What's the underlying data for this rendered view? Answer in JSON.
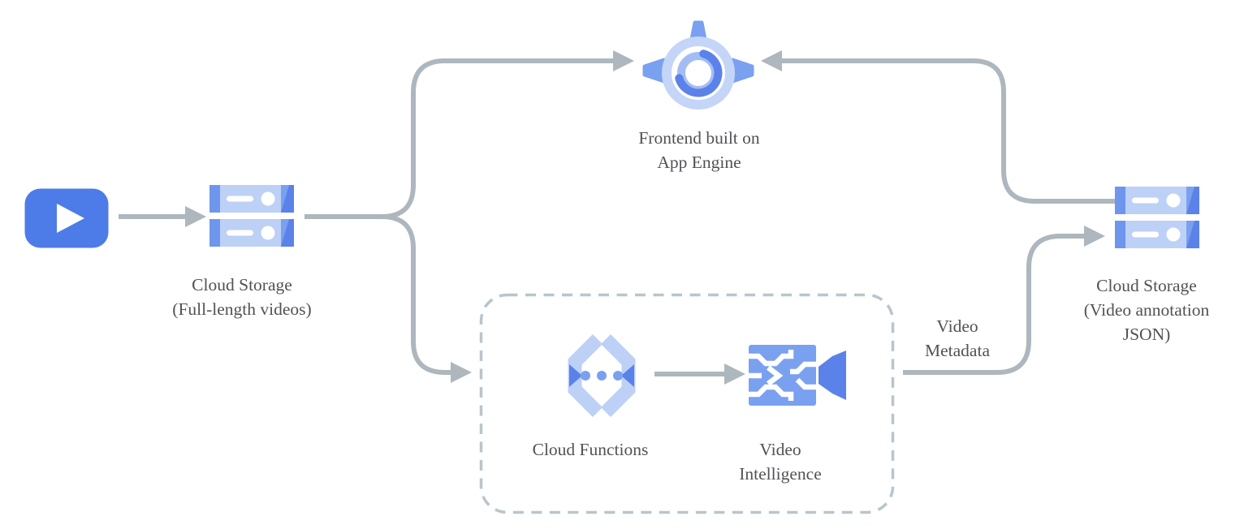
{
  "colors": {
    "connector": "#adb7bd",
    "dashed_border": "#b9c5cc",
    "text": "#515256",
    "youtube_blue": "#4d7ce8",
    "icon_light": "#bdd0f6",
    "icon_periwinkle": "#c5d5f8",
    "icon_medium": "#7aa0f0",
    "icon_medium2": "#6d96ec",
    "icon_dark": "#5b82e9",
    "inner_ring": "#a3bdf4"
  },
  "nodes": {
    "youtube": {
      "icon": "youtube-play-icon"
    },
    "cloud_storage_videos": {
      "icon": "cloud-storage-icon",
      "lines": [
        "Cloud Storage",
        "(Full-length videos)"
      ]
    },
    "app_engine": {
      "icon": "app-engine-icon",
      "lines": [
        "Frontend built on",
        "App Engine"
      ]
    },
    "cloud_functions": {
      "icon": "cloud-functions-icon",
      "lines": [
        "Cloud Functions"
      ]
    },
    "video_intelligence": {
      "icon": "video-intelligence-icon",
      "lines": [
        "Video",
        "Intelligence"
      ]
    },
    "cloud_storage_annotations": {
      "icon": "cloud-storage-icon",
      "lines": [
        "Cloud Storage",
        "(Video annotation",
        "JSON)"
      ]
    }
  },
  "edge_labels": {
    "video_metadata": {
      "lines": [
        "Video",
        "Metadata"
      ]
    }
  },
  "connections": [
    {
      "from": "YouTube",
      "to": "Cloud Storage (Full-length videos)"
    },
    {
      "from": "Cloud Storage (Full-length videos)",
      "to": "Frontend built on App Engine"
    },
    {
      "from": "Cloud Storage (Full-length videos)",
      "to": "Cloud Functions"
    },
    {
      "from": "Cloud Functions",
      "to": "Video Intelligence"
    },
    {
      "from": "Video Intelligence",
      "to": "Cloud Storage (Video annotation JSON)",
      "label": "Video Metadata"
    },
    {
      "from": "Cloud Storage (Video annotation JSON)",
      "to": "Frontend built on App Engine"
    }
  ]
}
